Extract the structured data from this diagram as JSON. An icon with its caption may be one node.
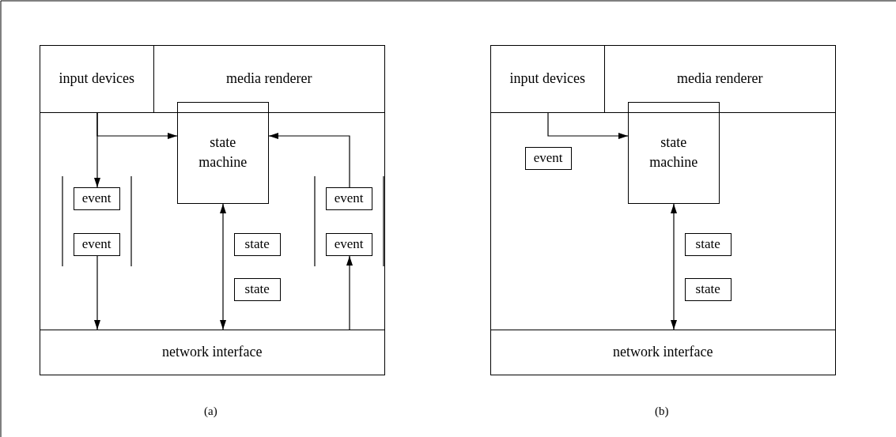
{
  "diagram": {
    "nodes": [
      {
        "text": [],
        "shape": "box"
      },
      {
        "text": [
          "input devices"
        ],
        "in": 0
      },
      {
        "text": [
          "media renderer"
        ],
        "in": 0
      },
      {
        "text": [
          "state machine"
        ],
        "in": 0
      },
      {
        "text": [
          "event"
        ],
        "in": 0
      },
      {
        "text": [
          "event"
        ],
        "in": 0
      },
      {
        "text": [
          "state"
        ],
        "in": 0
      },
      {
        "text": [
          "state"
        ],
        "in": 0
      },
      {
        "text": [
          "event"
        ],
        "in": 0
      },
      {
        "text": [
          "event"
        ],
        "in": 0
      },
      {
        "text": [
          "network interface"
        ],
        "in": 0
      },
      {
        "text": [],
        "shape": "box"
      },
      {
        "text": [
          "input devices"
        ],
        "in": 11
      },
      {
        "text": [
          "media renderer"
        ],
        "in": 11
      },
      {
        "text": [
          "state machine"
        ],
        "in": 11
      },
      {
        "text": [
          "event"
        ],
        "in": 11
      },
      {
        "text": [
          "state"
        ],
        "in": 11
      },
      {
        "text": [
          "state"
        ],
        "in": 11
      },
      {
        "text": [
          "network interface"
        ],
        "in": 11
      }
    ],
    "edges": [
      {
        "from": 1,
        "to": 4,
        "arrow": "to"
      },
      {
        "from": 1,
        "to": 3,
        "arrow": "to"
      },
      {
        "from": 5,
        "to": 10,
        "arrow": "to"
      },
      {
        "from": 10,
        "to": 9,
        "arrow": "to"
      },
      {
        "from": 8,
        "to": 3,
        "arrow": "to"
      },
      {
        "from": 3,
        "to": 10,
        "arrow": "both"
      },
      {
        "from": 12,
        "to": 14,
        "arrow": "to"
      },
      {
        "from": 14,
        "to": 18,
        "arrow": "both"
      }
    ],
    "labels": [
      "(a)",
      "(b)"
    ]
  }
}
